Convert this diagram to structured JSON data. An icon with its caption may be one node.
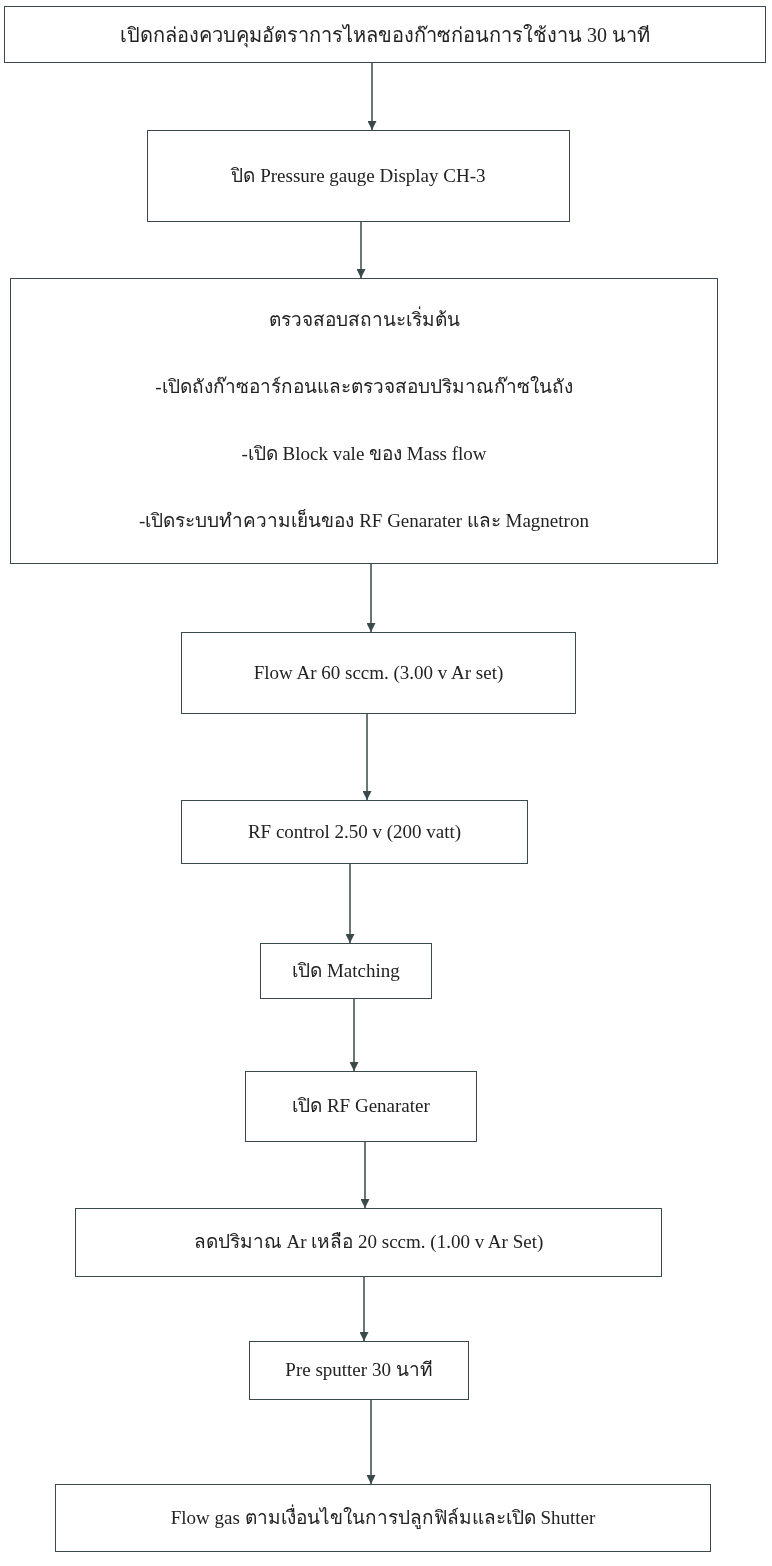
{
  "diagram": {
    "nodes": [
      {
        "text": [
          "เปิดกล่องควบคุมอัตราการไหลของก๊าซก่อนการใช้งาน 30 นาที"
        ]
      },
      {
        "text": [
          "ปิด  Pressure gauge Display CH-3"
        ]
      },
      {
        "text": [
          "ตรวจสอบสถานะเริ่มต้น",
          "-เปิดถังก๊าซอาร์กอนและตรวจสอบปริมาณก๊าซในถัง",
          "-เปิด Block vale ของ Mass flow",
          "-เปิดระบบทำความเย็นของ RF Genarater และ Magnetron"
        ]
      },
      {
        "text": [
          "Flow Ar 60 sccm. (3.00 v Ar set)"
        ]
      },
      {
        "text": [
          "RF control 2.50 v (200 vatt)"
        ]
      },
      {
        "text": [
          "เปิด Matching"
        ]
      },
      {
        "text": [
          "เปิด RF Genarater"
        ]
      },
      {
        "text": [
          "ลดปริมาณ Ar  เหลือ 20 sccm. (1.00 v Ar Set)"
        ]
      },
      {
        "text": [
          "Pre sputter 30  นาที"
        ]
      },
      {
        "text": [
          "Flow gas ตามเงื่อนไขในการปลูกฟิล์มและเปิด Shutter"
        ]
      }
    ],
    "edges": [
      {
        "from": 0,
        "to": 1,
        "arrow": "to"
      },
      {
        "from": 1,
        "to": 2,
        "arrow": "to"
      },
      {
        "from": 2,
        "to": 3,
        "arrow": "to"
      },
      {
        "from": 3,
        "to": 4,
        "arrow": "to"
      },
      {
        "from": 4,
        "to": 5,
        "arrow": "to"
      },
      {
        "from": 5,
        "to": 6,
        "arrow": "to"
      },
      {
        "from": 6,
        "to": 7,
        "arrow": "to"
      },
      {
        "from": 7,
        "to": 8,
        "arrow": "to"
      },
      {
        "from": 8,
        "to": 9,
        "arrow": "to"
      }
    ]
  }
}
